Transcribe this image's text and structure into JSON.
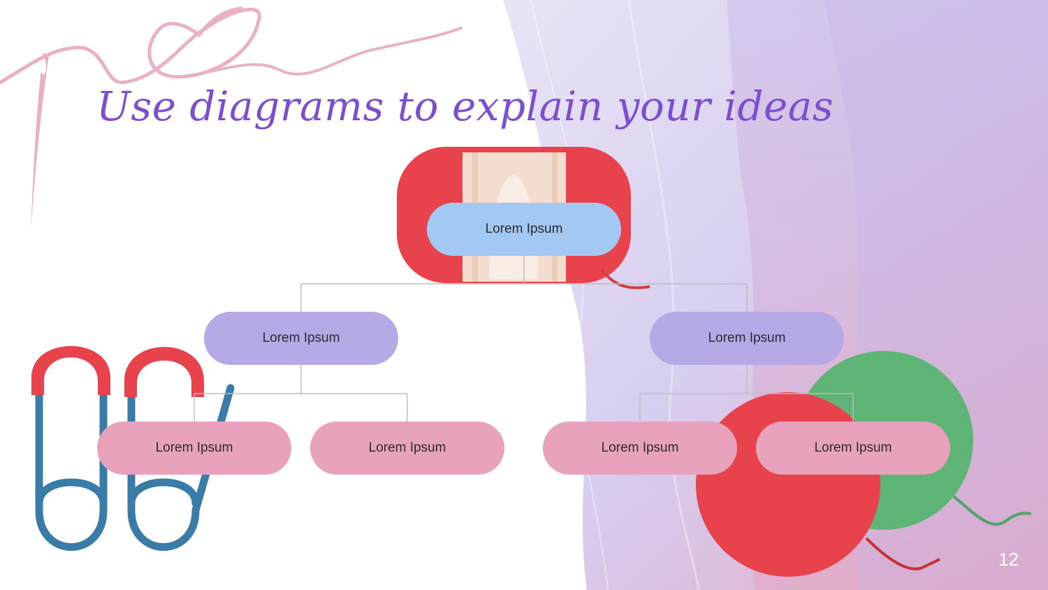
{
  "slide": {
    "title": "Use diagrams to explain your ideas",
    "page_number": "12"
  },
  "diagram": {
    "root": {
      "label": "Lorem Ipsum"
    },
    "level2": [
      {
        "label": "Lorem Ipsum"
      },
      {
        "label": "Lorem Ipsum"
      }
    ],
    "level3": [
      {
        "label": "Lorem Ipsum"
      },
      {
        "label": "Lorem Ipsum"
      },
      {
        "label": "Lorem Ipsum"
      },
      {
        "label": "Lorem Ipsum"
      }
    ]
  },
  "colors": {
    "title": "#7b4fd0",
    "root_node": "#a3c8f2",
    "mid_node": "#b7a9e6",
    "leaf_node": "#e9a2bb",
    "connector": "#bdbdbd",
    "yarn_red": "#e8424b",
    "yarn_green": "#5fb575",
    "pin_blue": "#3a7ca8"
  },
  "icons": [
    "needle-thread-heart-icon",
    "yarn-spool-icon",
    "safety-pins-icon",
    "yarn-balls-icon"
  ]
}
